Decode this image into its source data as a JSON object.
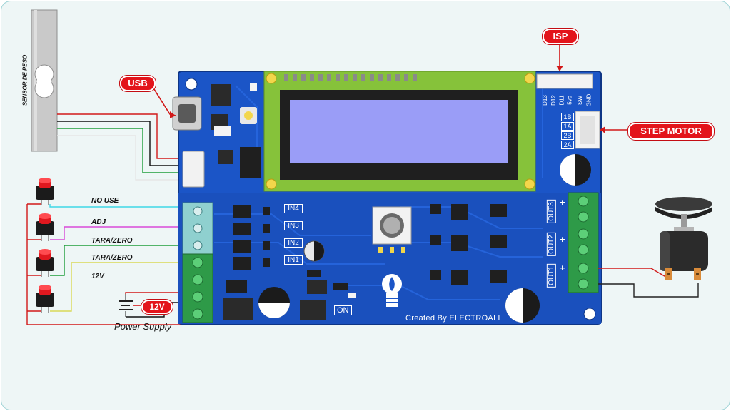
{
  "callouts": {
    "isp": "ISP",
    "usb": "USB",
    "step_motor": "STEP MOTOR",
    "volt": "12V"
  },
  "side_labels": {
    "sensor": "SENSOR DE PESO",
    "no_use": "NO USE",
    "adj": "ADJ",
    "tara1": "TARA/ZERO",
    "tara2": "TARA/ZERO",
    "v12": "12V",
    "power_supply": "Power Supply"
  },
  "board": {
    "credit": "Created By ELECTROALL",
    "inputs": [
      "IN4",
      "IN3",
      "IN2",
      "IN1"
    ],
    "outputs": [
      "OUT3",
      "OUT2",
      "OUT1"
    ],
    "isp_pins": [
      "D13",
      "D12",
      "D11",
      "5vc",
      "SW",
      "GND"
    ],
    "motor_pins": [
      "1B",
      "1A",
      "2B",
      "2A"
    ],
    "on_label": "ON"
  },
  "colors": {
    "pcb": "#1b55c7",
    "pcb_dark": "#123f9c",
    "lcd_frame": "#86c23a",
    "lcd_screen": "#9a9df7",
    "terminal_green": "#2e9a48",
    "callout_red": "#e3141b"
  }
}
